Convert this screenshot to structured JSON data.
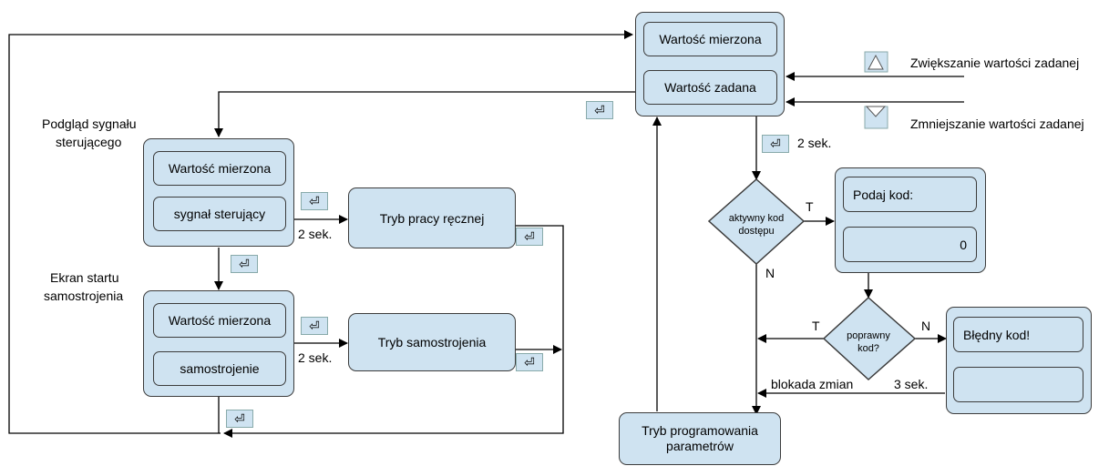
{
  "main_menu": {
    "measured_value": "Wartość mierzona",
    "set_value": "Wartość zadana"
  },
  "keys": {
    "increase_label": "Zwiększanie wartości zadanej",
    "decrease_label": "Zmniejszanie wartości zadanej"
  },
  "control_signal": {
    "heading_line1": "Podgląd sygnału",
    "heading_line2": "sterującego",
    "measured_value": "Wartość mierzona",
    "signal": "sygnał sterujący"
  },
  "autotune": {
    "heading_line1": "Ekran startu",
    "heading_line2": "samostrojenia",
    "measured_value": "Wartość mierzona",
    "start": "samostrojenie"
  },
  "manual_mode": "Tryb pracy ręcznej",
  "autotune_mode": "Tryb samostrojenia",
  "program_mode_line1": "Tryb programowania",
  "program_mode_line2": "parametrów",
  "access_code_decision_line1": "aktywny kod",
  "access_code_decision_line2": "dostępu",
  "code_ok_decision_line1": "poprawny",
  "code_ok_decision_line2": "kod?",
  "code_entry": {
    "prompt": "Podaj kod:",
    "value": "0"
  },
  "wrong_code": {
    "message": "Błędny kod!",
    "value": ""
  },
  "labels": {
    "two_sec": "2 sek.",
    "three_sec": "3 sek.",
    "yes": "T",
    "no": "N",
    "lock_changes": "blokada zmian"
  },
  "enter_symbol": "⏎"
}
